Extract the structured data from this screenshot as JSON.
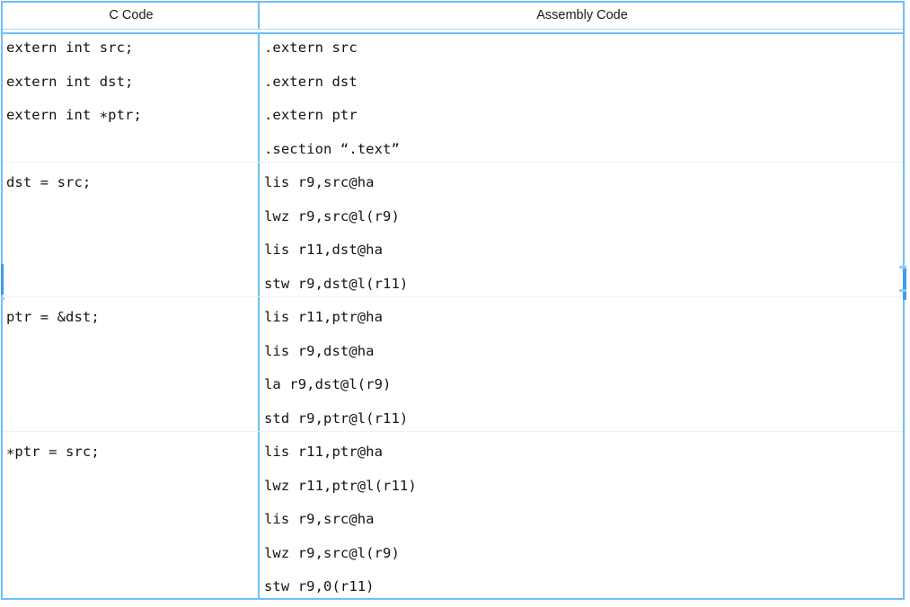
{
  "table": {
    "headers": {
      "c_code": "C Code",
      "assembly_code": "Assembly Code"
    },
    "rows": [
      {
        "c_lines": [
          "extern int src;",
          "extern int dst;",
          "extern int ∗ptr;"
        ],
        "asm_lines": [
          ".extern src",
          ".extern dst",
          ".extern ptr",
          ".section “.text”"
        ]
      },
      {
        "c_lines": [
          "dst = src;"
        ],
        "asm_lines": [
          "lis r9,src@ha",
          "lwz r9,src@l(r9)",
          "lis r11,dst@ha",
          "stw r9,dst@l(r11)"
        ]
      },
      {
        "c_lines": [
          "ptr = &dst;"
        ],
        "asm_lines": [
          "lis r11,ptr@ha",
          "lis r9,dst@ha",
          "la r9,dst@l(r9)",
          "std r9,ptr@l(r11)"
        ]
      },
      {
        "c_lines": [
          "∗ptr = src;"
        ],
        "asm_lines": [
          "lis r11,ptr@ha",
          "lwz r11,ptr@l(r11)",
          "lis r9,src@ha",
          "lwz r9,src@l(r9)",
          "stw r9,0(r11)"
        ]
      }
    ]
  },
  "colors": {
    "border": "#6cc0fb",
    "border_light": "#a8d9fc",
    "row_separator": "#e8f4fe",
    "text": "#141414",
    "scrollbar_handle": "#3d9bf0"
  }
}
